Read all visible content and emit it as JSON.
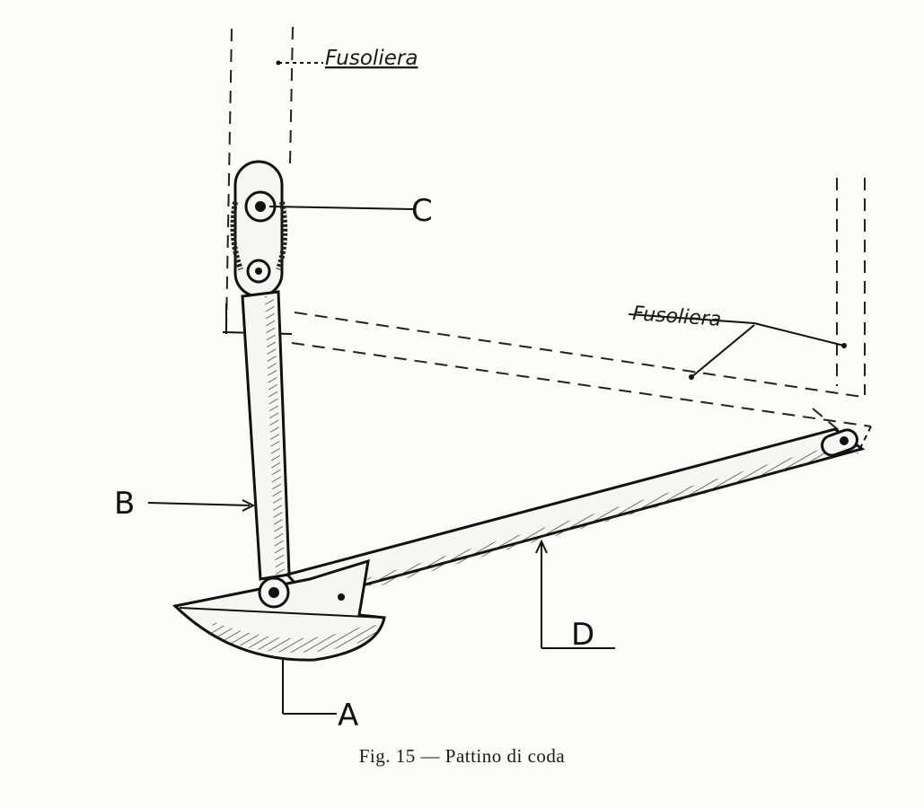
{
  "labels": {
    "fuselage_top": "Fusoliera",
    "fuselage_right": "Fusoliera",
    "part_a": "A",
    "part_b": "B",
    "part_c": "C",
    "part_d": "D"
  },
  "caption": "Fig. 15 — Pattino di coda"
}
